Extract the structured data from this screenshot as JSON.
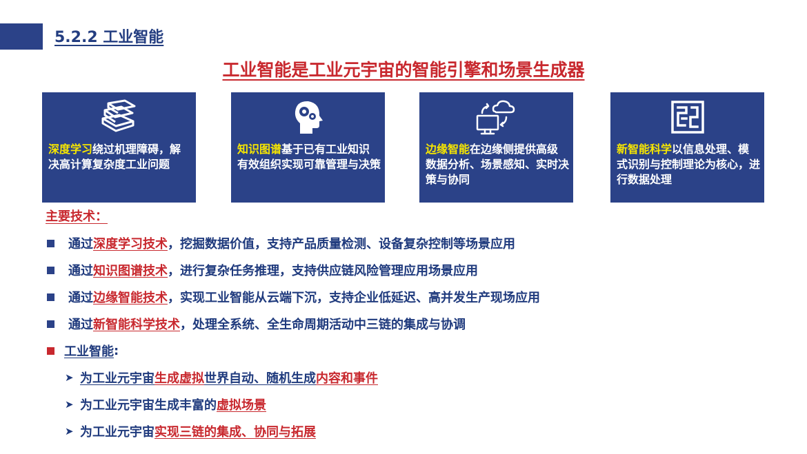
{
  "header": {
    "section_title": "5.2.2 工业智能",
    "main_title": "工业智能是工业元宇宙的智能引擎和场景生成器"
  },
  "cards": [
    {
      "icon": "books-icon",
      "highlight": "深度学习",
      "text": "绕过机理障碍，解决高计算复杂度工业问题"
    },
    {
      "icon": "brain-gear-icon",
      "highlight": "知识图谱",
      "text": "基于已有工业知识有效组织实现可靠管理与决策"
    },
    {
      "icon": "cloud-computer-icon",
      "highlight": "边缘智能",
      "text": "在边缘侧提供高级数据分析、场景感知、实时决策与协同"
    },
    {
      "icon": "maze-icon",
      "highlight": "新智能科学",
      "text": "以信息处理、模式识别与控制理论为核心，进行数据处理"
    }
  ],
  "tech": {
    "title": "主要技术：",
    "items": [
      {
        "prefix": "通过",
        "link": "深度学习技术",
        "suffix": "，挖掘数据价值，支持产品质量检测、设备复杂控制等场景应用"
      },
      {
        "prefix": "通过",
        "link": "知识图谱技术",
        "suffix": "，进行复杂任务推理，支持供应链风险管理应用场景应用"
      },
      {
        "prefix": "通过",
        "link": "边缘智能技术",
        "suffix": "，实现工业智能从云端下沉，支持企业低延迟、高并发生产现场应用"
      },
      {
        "prefix": "通过",
        "link": "新智能科学技术",
        "suffix": "，处理全系统、全生命周期活动中三链的集成与协调"
      }
    ]
  },
  "industrial": {
    "label": "工业智能",
    "colon": ":",
    "items": [
      {
        "a": "为工业元宇宙",
        "b": "生成虚拟",
        "c": "世界自动、随机生成",
        "d": "内容和事件"
      },
      {
        "a": "为工业元宇宙生成丰富的",
        "b": "虚拟场景"
      },
      {
        "a": "为工业元宇宙",
        "b": "实现三链的集成、协同与拓展"
      }
    ]
  },
  "colors": {
    "brand_blue": "#2b4288",
    "accent_red": "#c8282e",
    "highlight_yellow": "#f7e600"
  }
}
